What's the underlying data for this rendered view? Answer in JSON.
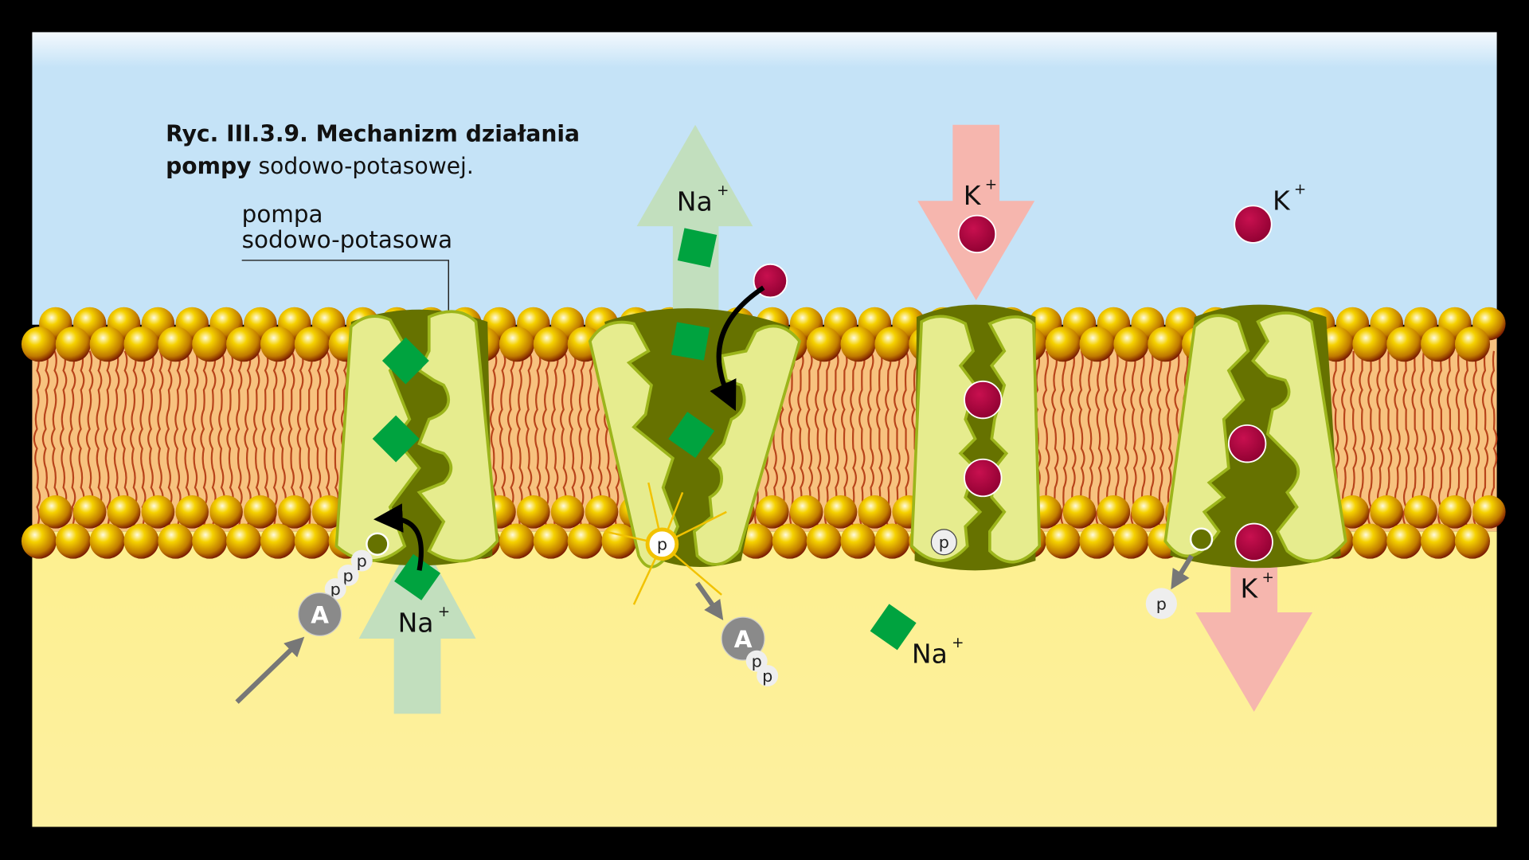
{
  "figure": {
    "title_bold": "Ryc. III.3.9. Mechanizm działania",
    "title_line2_bold": "pompy",
    "title_line2_rest": "sodowo-potasowej.",
    "callout_line1": "pompa",
    "callout_line2": "sodowo-potasowa"
  },
  "ions": {
    "sodium": "Na",
    "potassium": "K",
    "charge": "+"
  },
  "atp": {
    "adenosine": "A",
    "phosphate": "p"
  },
  "colors": {
    "sky": "#c5e3f7",
    "cytoplasm": "#fdf08f",
    "tails": "#f7c27f",
    "protein_light": "#e6ec8e",
    "protein_dark": "#667200",
    "sodium": "#00a33f",
    "potassium": "#b0003e",
    "na_arrow": "#c2dfbe",
    "k_arrow": "#f6b6ae"
  }
}
